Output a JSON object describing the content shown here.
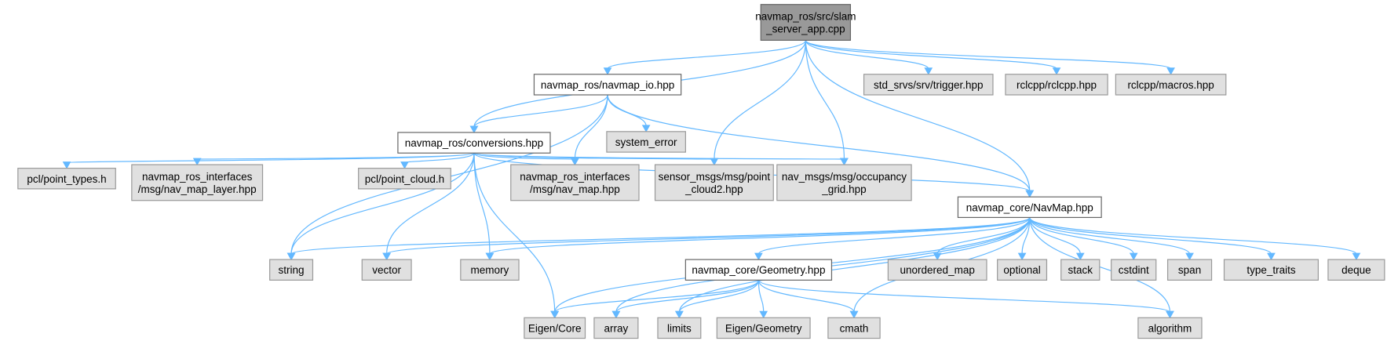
{
  "diagram": {
    "type": "include-dependency-graph",
    "colors": {
      "edge": "#63b8ff",
      "root_fill": "#999999",
      "local_fill": "#ffffff",
      "system_fill": "#e0e0e0",
      "border": "#999999"
    },
    "nodes": [
      {
        "id": "root",
        "kind": "root",
        "lines": [
          "navmap_ros/src/slam",
          "_server_app.cpp"
        ]
      },
      {
        "id": "navmap_io",
        "kind": "local",
        "lines": [
          "navmap_ros/navmap_io.hpp"
        ]
      },
      {
        "id": "trigger",
        "kind": "sys",
        "lines": [
          "std_srvs/srv/trigger.hpp"
        ]
      },
      {
        "id": "rclcpp",
        "kind": "sys",
        "lines": [
          "rclcpp/rclcpp.hpp"
        ]
      },
      {
        "id": "macros",
        "kind": "sys",
        "lines": [
          "rclcpp/macros.hpp"
        ]
      },
      {
        "id": "conversions",
        "kind": "local",
        "lines": [
          "navmap_ros/conversions.hpp"
        ]
      },
      {
        "id": "system_error",
        "kind": "sys",
        "lines": [
          "system_error"
        ]
      },
      {
        "id": "point_types",
        "kind": "sys",
        "lines": [
          "pcl/point_types.h"
        ]
      },
      {
        "id": "nav_map_layer",
        "kind": "sys",
        "lines": [
          "navmap_ros_interfaces",
          "/msg/nav_map_layer.hpp"
        ]
      },
      {
        "id": "point_cloud",
        "kind": "sys",
        "lines": [
          "pcl/point_cloud.h"
        ]
      },
      {
        "id": "nav_map",
        "kind": "sys",
        "lines": [
          "navmap_ros_interfaces",
          "/msg/nav_map.hpp"
        ]
      },
      {
        "id": "point_cloud2",
        "kind": "sys",
        "lines": [
          "sensor_msgs/msg/point",
          "_cloud2.hpp"
        ]
      },
      {
        "id": "occupancy_grid",
        "kind": "sys",
        "lines": [
          "nav_msgs/msg/occupancy",
          "_grid.hpp"
        ]
      },
      {
        "id": "navmap",
        "kind": "local",
        "lines": [
          "navmap_core/NavMap.hpp"
        ]
      },
      {
        "id": "string",
        "kind": "sys",
        "lines": [
          "string"
        ]
      },
      {
        "id": "vector",
        "kind": "sys",
        "lines": [
          "vector"
        ]
      },
      {
        "id": "memory",
        "kind": "sys",
        "lines": [
          "memory"
        ]
      },
      {
        "id": "geometry",
        "kind": "local",
        "lines": [
          "navmap_core/Geometry.hpp"
        ]
      },
      {
        "id": "unordered_map",
        "kind": "sys",
        "lines": [
          "unordered_map"
        ]
      },
      {
        "id": "optional",
        "kind": "sys",
        "lines": [
          "optional"
        ]
      },
      {
        "id": "stack",
        "kind": "sys",
        "lines": [
          "stack"
        ]
      },
      {
        "id": "cstdint",
        "kind": "sys",
        "lines": [
          "cstdint"
        ]
      },
      {
        "id": "span",
        "kind": "sys",
        "lines": [
          "span"
        ]
      },
      {
        "id": "type_traits",
        "kind": "sys",
        "lines": [
          "type_traits"
        ]
      },
      {
        "id": "deque",
        "kind": "sys",
        "lines": [
          "deque"
        ]
      },
      {
        "id": "eigen_core",
        "kind": "sys",
        "lines": [
          "Eigen/Core"
        ]
      },
      {
        "id": "array",
        "kind": "sys",
        "lines": [
          "array"
        ]
      },
      {
        "id": "limits",
        "kind": "sys",
        "lines": [
          "limits"
        ]
      },
      {
        "id": "eigen_geometry",
        "kind": "sys",
        "lines": [
          "Eigen/Geometry"
        ]
      },
      {
        "id": "cmath",
        "kind": "sys",
        "lines": [
          "cmath"
        ]
      },
      {
        "id": "algorithm",
        "kind": "sys",
        "lines": [
          "algorithm"
        ]
      }
    ],
    "edges": [
      [
        "root",
        "navmap_io"
      ],
      [
        "root",
        "conversions"
      ],
      [
        "root",
        "point_cloud2"
      ],
      [
        "root",
        "occupancy_grid"
      ],
      [
        "root",
        "navmap"
      ],
      [
        "root",
        "trigger"
      ],
      [
        "root",
        "rclcpp"
      ],
      [
        "root",
        "macros"
      ],
      [
        "navmap_io",
        "conversions"
      ],
      [
        "navmap_io",
        "nav_map"
      ],
      [
        "navmap_io",
        "system_error"
      ],
      [
        "navmap_io",
        "navmap"
      ],
      [
        "navmap_io",
        "string"
      ],
      [
        "conversions",
        "point_types"
      ],
      [
        "conversions",
        "nav_map_layer"
      ],
      [
        "conversions",
        "point_cloud"
      ],
      [
        "conversions",
        "nav_map"
      ],
      [
        "conversions",
        "point_cloud2"
      ],
      [
        "conversions",
        "occupancy_grid"
      ],
      [
        "conversions",
        "navmap"
      ],
      [
        "conversions",
        "string"
      ],
      [
        "conversions",
        "vector"
      ],
      [
        "conversions",
        "memory"
      ],
      [
        "conversions",
        "eigen_core"
      ],
      [
        "navmap",
        "string"
      ],
      [
        "navmap",
        "vector"
      ],
      [
        "navmap",
        "memory"
      ],
      [
        "navmap",
        "geometry"
      ],
      [
        "navmap",
        "unordered_map"
      ],
      [
        "navmap",
        "optional"
      ],
      [
        "navmap",
        "stack"
      ],
      [
        "navmap",
        "cstdint"
      ],
      [
        "navmap",
        "span"
      ],
      [
        "navmap",
        "type_traits"
      ],
      [
        "navmap",
        "deque"
      ],
      [
        "navmap",
        "eigen_core"
      ],
      [
        "navmap",
        "array"
      ],
      [
        "navmap",
        "limits"
      ],
      [
        "navmap",
        "cmath"
      ],
      [
        "navmap",
        "algorithm"
      ],
      [
        "geometry",
        "eigen_core"
      ],
      [
        "geometry",
        "array"
      ],
      [
        "geometry",
        "limits"
      ],
      [
        "geometry",
        "eigen_geometry"
      ],
      [
        "geometry",
        "cmath"
      ],
      [
        "geometry",
        "algorithm"
      ]
    ]
  }
}
